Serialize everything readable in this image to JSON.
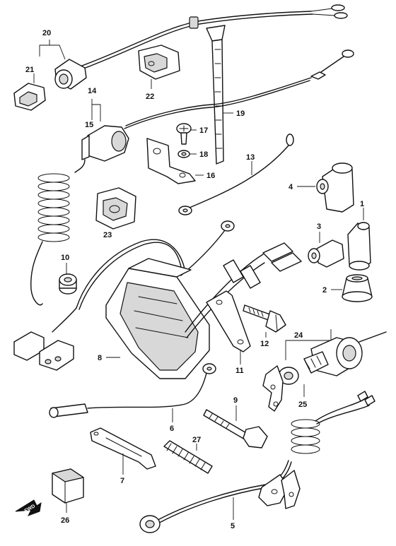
{
  "callouts": {
    "c1": "1",
    "c2": "2",
    "c3": "3",
    "c4": "4",
    "c5": "5",
    "c6": "6",
    "c7": "7",
    "c8": "8",
    "c9": "9",
    "c10": "10",
    "c11": "11",
    "c12": "12",
    "c13": "13",
    "c14": "14",
    "c15": "15",
    "c16": "16",
    "c17": "17",
    "c18": "18",
    "c19": "19",
    "c20": "20",
    "c21": "21",
    "c22": "22",
    "c23": "23",
    "c24": "24",
    "c25": "25",
    "c26": "26",
    "c27": "27"
  },
  "direction_marker": {
    "label": "FWD",
    "icon": "forward-arrow-icon"
  }
}
